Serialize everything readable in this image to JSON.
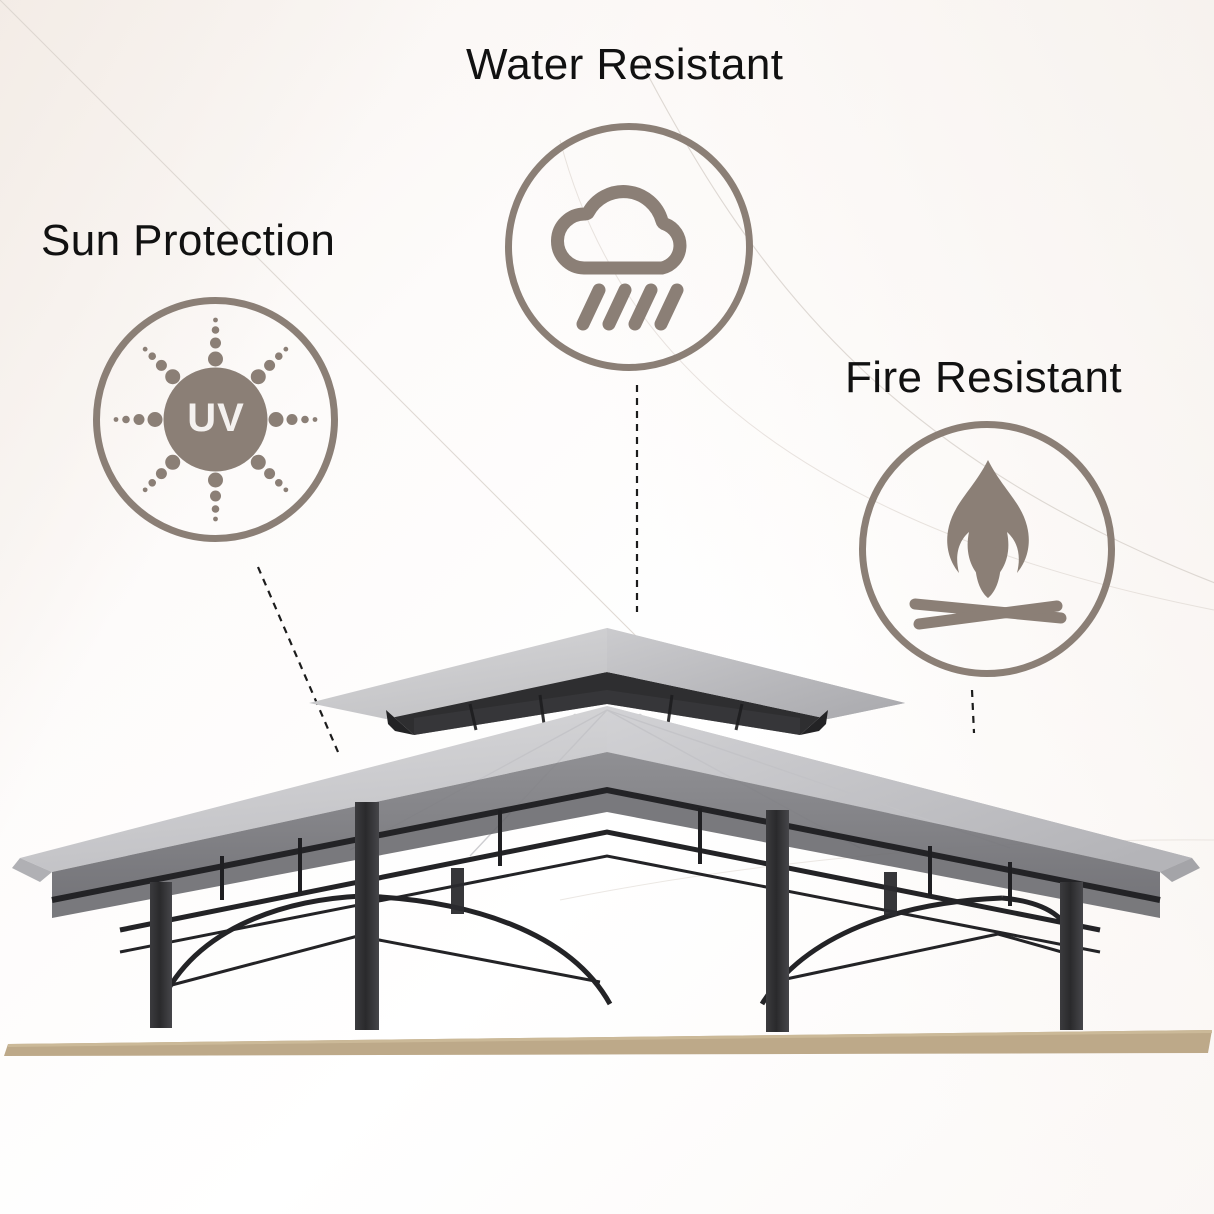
{
  "page": {
    "background_color": "#fdfbfa",
    "accent_color": "#8b7f76",
    "ground_color": "#bda989",
    "frame_color": "#2f2f31",
    "canopy_color": "#c9c9cb",
    "text_color": "#111111"
  },
  "features": [
    {
      "id": "sun-protection",
      "label": "Sun Protection",
      "icon": "uv-sun-icon",
      "badge_text": "UV"
    },
    {
      "id": "water-resistant",
      "label": "Water Resistant",
      "icon": "rain-cloud-icon"
    },
    {
      "id": "fire-resistant",
      "label": "Fire Resistant",
      "icon": "campfire-flame-icon"
    }
  ],
  "product": {
    "name": "grill-gazebo-canopy",
    "description": "Two-tier vented gray gazebo canopy on dark steel frame"
  }
}
